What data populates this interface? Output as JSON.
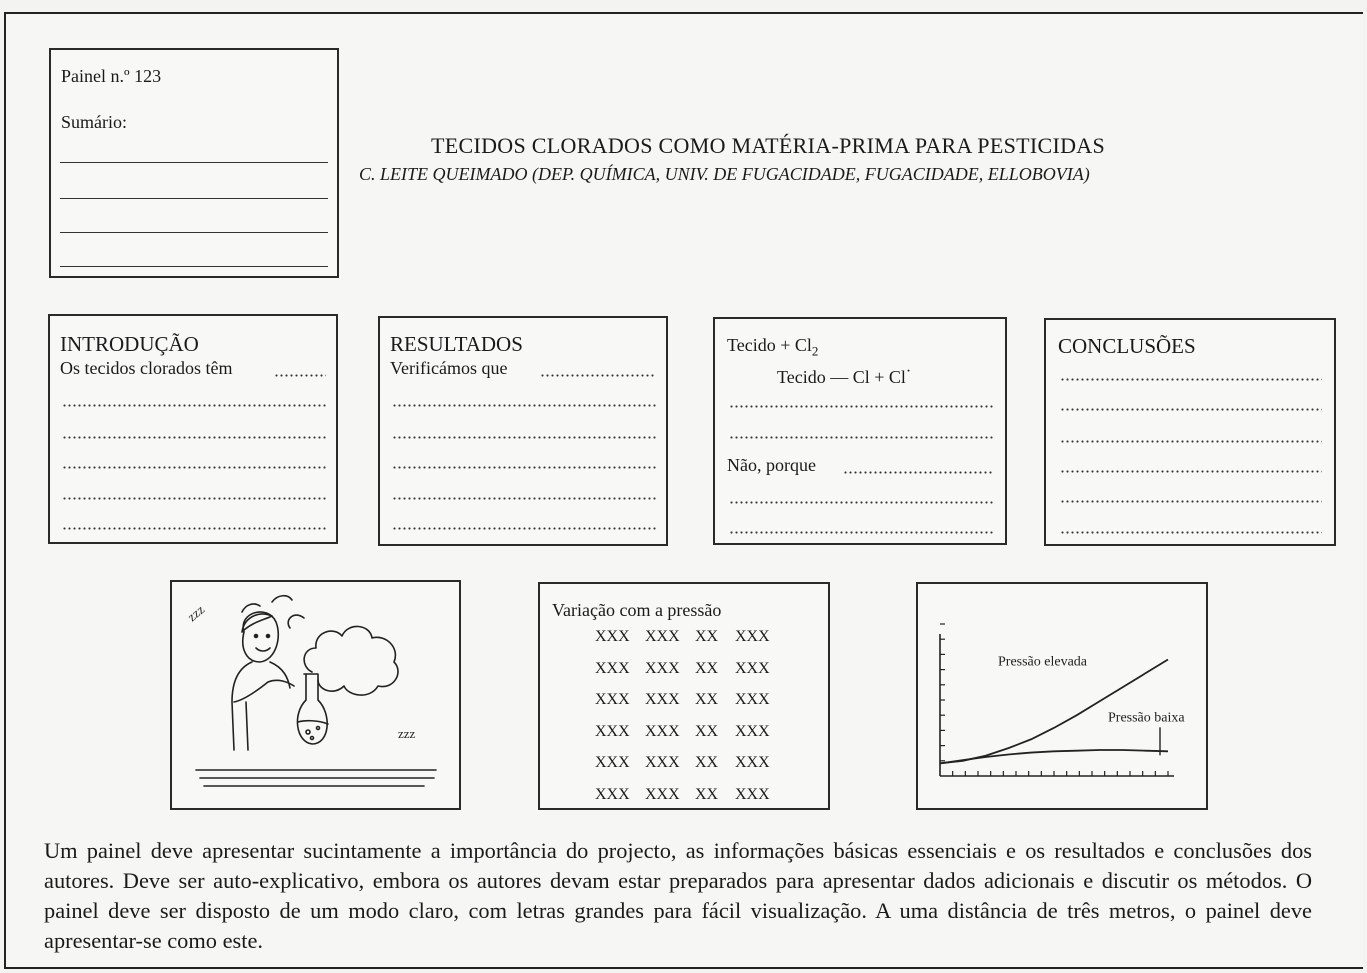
{
  "summary_box": {
    "panel_label": "Painel n.º 123",
    "summary_label": "Sumário:"
  },
  "header": {
    "title": "TECIDOS CLORADOS COMO MATÉRIA-PRIMA PARA PESTICIDAS",
    "authors": "C. LEITE QUEIMADO (DEP. QUÍMICA, UNIV. DE FUGACIDADE, FUGACIDADE, ELLOBOVIA)"
  },
  "sections": {
    "intro": {
      "heading": "INTRODUÇÃO",
      "text": "Os tecidos clorados têm"
    },
    "results": {
      "heading": "RESULTADOS",
      "text": "Verificámos que"
    },
    "reaction": {
      "line1_a": "Tecido + Cl",
      "line1_sub": "2",
      "line2_a": "Tecido — Cl + Cl",
      "line2_sup": "·",
      "question": "Não, porque"
    },
    "conclusions": {
      "heading": "CONCLUSÕES"
    }
  },
  "cartoon": {
    "snore1": "zzz",
    "snore2": "zzz"
  },
  "table_box": {
    "title": "Variação com a pressão",
    "rows": [
      [
        "XXX",
        "XXX",
        "XX",
        "XXX"
      ],
      [
        "XXX",
        "XXX",
        "XX",
        "XXX"
      ],
      [
        "XXX",
        "XXX",
        "XX",
        "XXX"
      ],
      [
        "XXX",
        "XXX",
        "XX",
        "XXX"
      ],
      [
        "XXX",
        "XXX",
        "XX",
        "XXX"
      ],
      [
        "XXX",
        "XXX",
        "XX",
        "XXX"
      ]
    ]
  },
  "chart_data": {
    "type": "line",
    "title": "",
    "xlabel": "",
    "ylabel": "",
    "grid": false,
    "x": [
      0,
      1,
      2,
      3,
      4,
      5,
      6,
      7,
      8,
      9,
      10
    ],
    "series": [
      {
        "name": "Pressão elevada",
        "values": [
          1.0,
          1.2,
          1.6,
          2.2,
          2.9,
          3.8,
          4.8,
          5.9,
          7.0,
          8.1,
          9.2
        ]
      },
      {
        "name": "Pressão baixa",
        "values": [
          1.0,
          1.25,
          1.5,
          1.7,
          1.85,
          1.95,
          2.0,
          2.05,
          2.05,
          2.0,
          1.95
        ]
      }
    ],
    "xlim": [
      0,
      10
    ],
    "ylim": [
      0,
      12
    ]
  },
  "footer": {
    "text": "Um painel deve apresentar sucintamente a importância do projecto, as informações básicas essenciais e os resultados e conclusões dos autores. Deve ser auto-explicativo, embora os autores devam estar preparados para apresentar dados adicionais e discutir os métodos. O painel deve ser disposto de um modo claro, com letras grandes para fácil visualização. A uma distância de três metros, o painel deve apresentar-se como este."
  }
}
